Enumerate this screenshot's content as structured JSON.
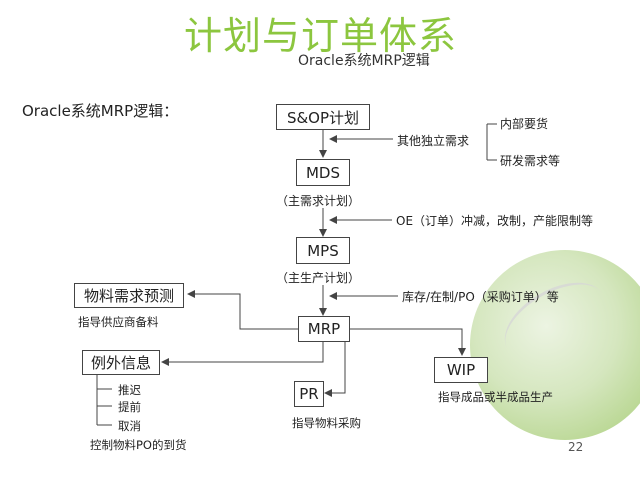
{
  "slide": {
    "title": "计划与订单体系",
    "subtitle": "Oracle系统MRP逻辑",
    "side_label": "Oracle系统MRP逻辑：",
    "page_number": "22"
  },
  "nodes": {
    "sop": "S&OP计划",
    "mds": "MDS",
    "mds_note": "（主需求计划）",
    "mps": "MPS",
    "mps_note": "（主生产计划）",
    "mrp": "MRP",
    "forecast": "物料需求预测",
    "forecast_note": "指导供应商备料",
    "exception": "例外信息",
    "exception_items": [
      "推迟",
      "提前",
      "取消"
    ],
    "exception_note": "控制物料PO的到货",
    "pr": "PR",
    "pr_note": "指导物料采购",
    "wip": "WIP",
    "wip_note": "指导成品或半成品生产"
  },
  "inputs": {
    "other_demand": "其他独立需求",
    "other_demand_items": [
      "内部要货",
      "研发需求等"
    ],
    "orders": "OE（订单）冲减，改制，产能限制等",
    "inventory": "库存/在制/PO（采购订单）等"
  },
  "colors": {
    "title": "#8cc63f",
    "line": "#444444",
    "deco_green": "#9fc86a"
  }
}
